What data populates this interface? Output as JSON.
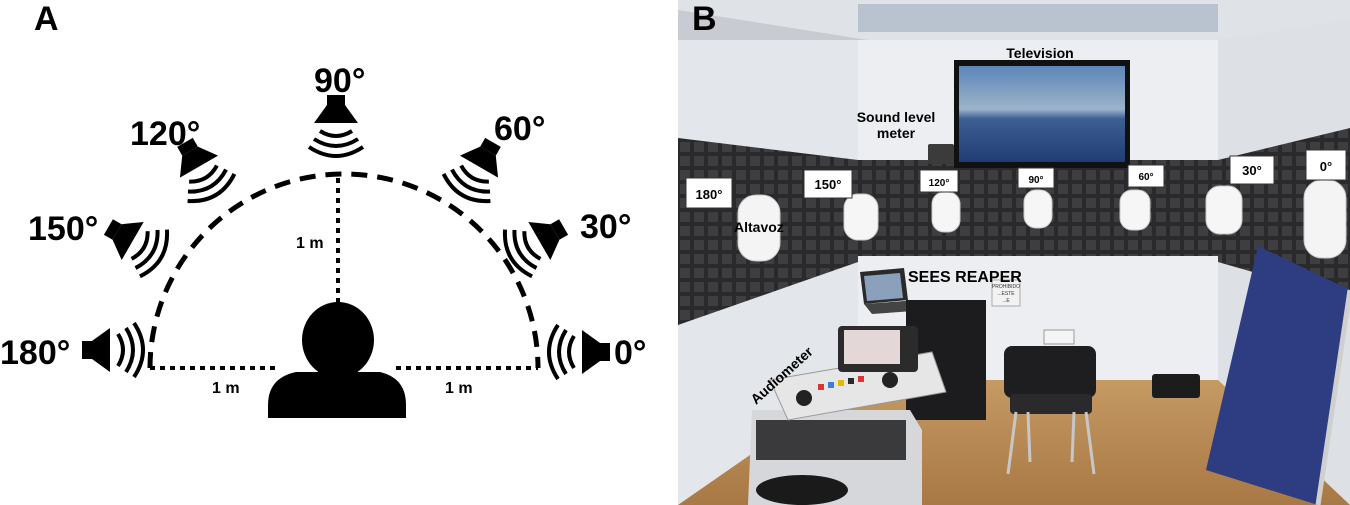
{
  "panel_a": {
    "letter": "A",
    "angles": {
      "a0": "0°",
      "a30": "30°",
      "a60": "60°",
      "a90": "90°",
      "a120": "120°",
      "a150": "150°",
      "a180": "180°"
    },
    "distances": {
      "vertical": "1 m",
      "left": "1 m",
      "right": "1 m"
    }
  },
  "panel_b": {
    "letter": "B",
    "labels": {
      "television": "Television",
      "sound_level_meter_line1": "Sound level",
      "sound_level_meter_line2": "meter",
      "altavoz": "Altavoz",
      "sees_reaper": "SEES REAPER",
      "audiometer": "Audiometer",
      "sign_line1": "PROHIBIDO",
      "sign_line2": "...ESTE",
      "sign_line3": "...E"
    },
    "cards": {
      "c180": "180°",
      "c150": "150°",
      "c120": "120°",
      "c90": "90°",
      "c60": "60°",
      "c30": "30°",
      "c0": "0°"
    }
  },
  "colors": {
    "ink": "#000000",
    "foam": "#2d2d2f",
    "wall": "#e9ebee",
    "floor": "#b98a55",
    "panel_blue": "#2b3a7a"
  }
}
